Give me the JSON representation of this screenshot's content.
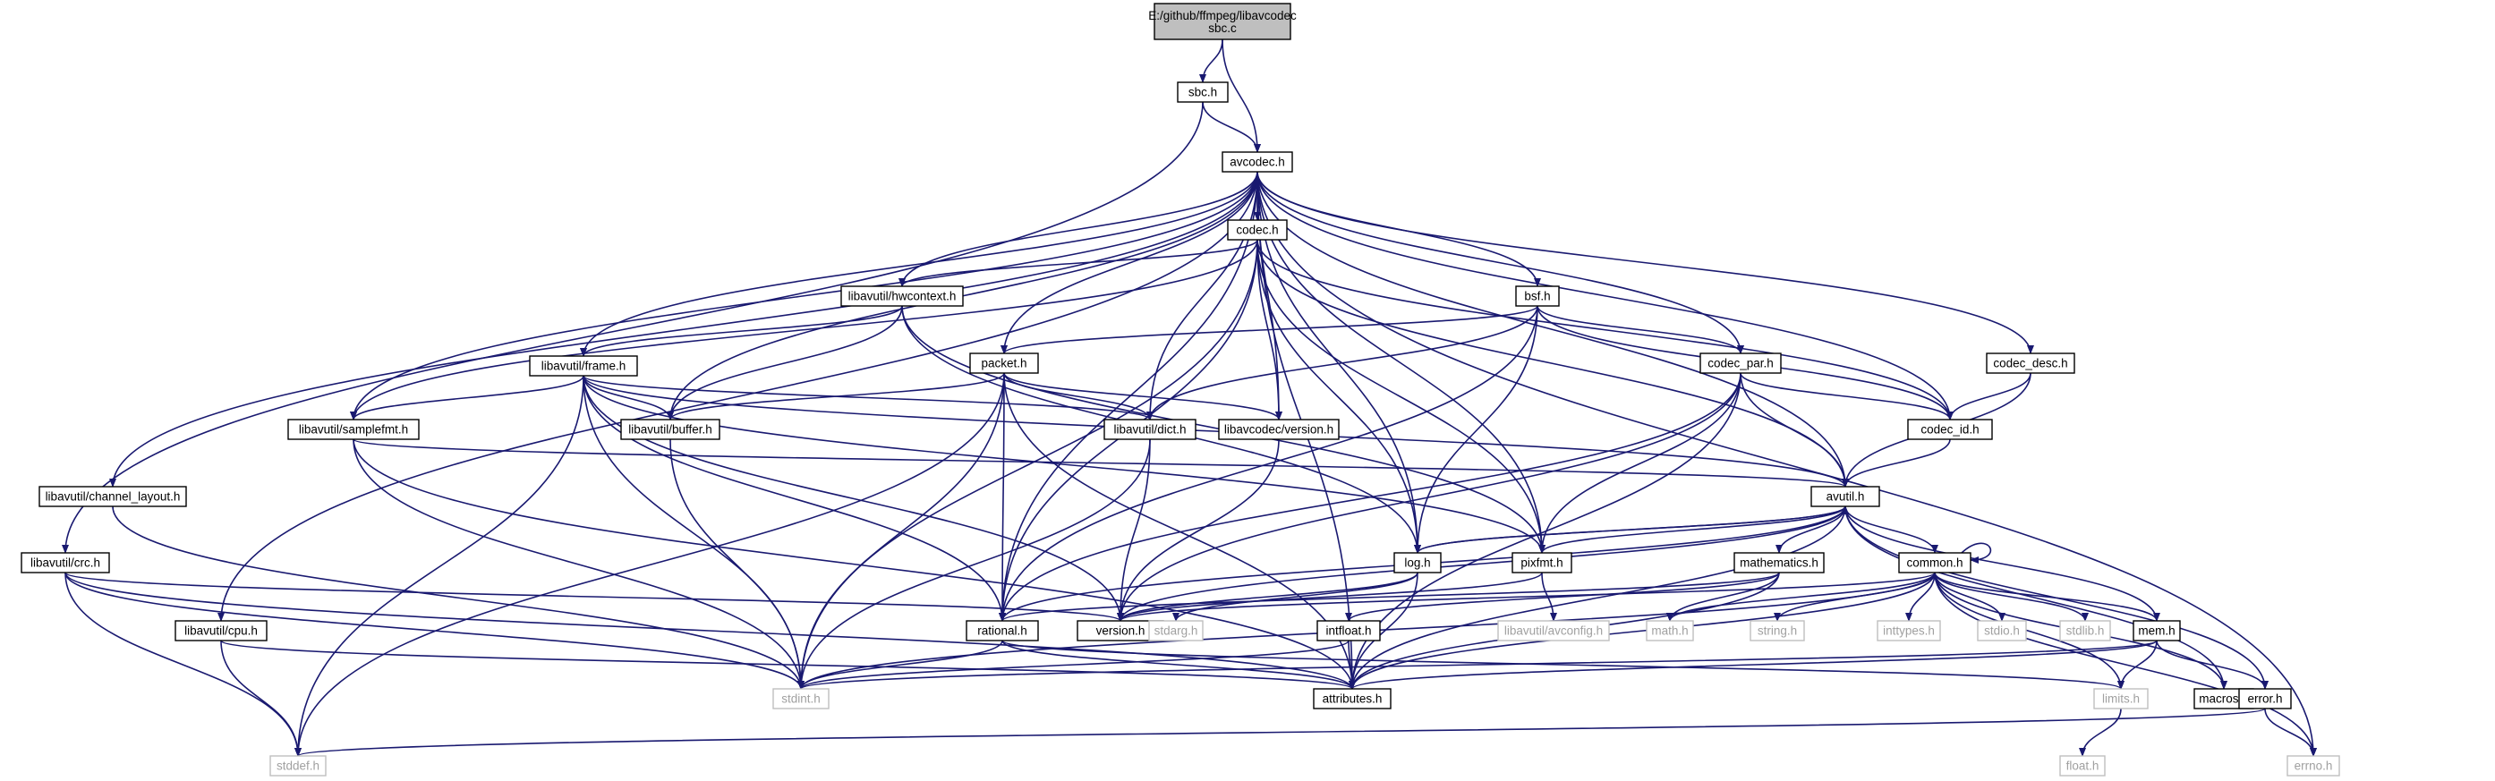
{
  "diagram": {
    "colors": {
      "edge": "#191970",
      "node_fill": "#ffffff",
      "node_border": "#000000",
      "root_fill": "#bfbfbf",
      "external_border": "#bfbfbf",
      "text": "#000000",
      "external_text": "#a0a0a0"
    },
    "nodes": [
      {
        "id": "sbc_c",
        "label": "E:/github/ffmpeg/libavcodec\nsbc.c",
        "style": "root"
      },
      {
        "id": "sbc_h",
        "label": "sbc.h",
        "style": "normal"
      },
      {
        "id": "avcodec",
        "label": "avcodec.h",
        "style": "normal"
      },
      {
        "id": "codec",
        "label": "codec.h",
        "style": "normal"
      },
      {
        "id": "hwcontext",
        "label": "libavutil/hwcontext.h",
        "style": "normal"
      },
      {
        "id": "bsf",
        "label": "bsf.h",
        "style": "normal"
      },
      {
        "id": "frame",
        "label": "libavutil/frame.h",
        "style": "normal"
      },
      {
        "id": "packet",
        "label": "packet.h",
        "style": "normal"
      },
      {
        "id": "codec_par",
        "label": "codec_par.h",
        "style": "normal"
      },
      {
        "id": "codec_desc",
        "label": "codec_desc.h",
        "style": "normal"
      },
      {
        "id": "samplefmt",
        "label": "libavutil/samplefmt.h",
        "style": "normal"
      },
      {
        "id": "buffer",
        "label": "libavutil/buffer.h",
        "style": "normal"
      },
      {
        "id": "dict",
        "label": "libavutil/dict.h",
        "style": "normal"
      },
      {
        "id": "avc_version",
        "label": "libavcodec/version.h",
        "style": "normal"
      },
      {
        "id": "codec_id",
        "label": "codec_id.h",
        "style": "normal"
      },
      {
        "id": "chlayout",
        "label": "libavutil/channel_layout.h",
        "style": "normal"
      },
      {
        "id": "avutil",
        "label": "avutil.h",
        "style": "normal"
      },
      {
        "id": "crc",
        "label": "libavutil/crc.h",
        "style": "normal"
      },
      {
        "id": "log",
        "label": "log.h",
        "style": "normal"
      },
      {
        "id": "pixfmt",
        "label": "pixfmt.h",
        "style": "normal"
      },
      {
        "id": "mathematics",
        "label": "mathematics.h",
        "style": "normal"
      },
      {
        "id": "common",
        "label": "common.h",
        "style": "normal"
      },
      {
        "id": "cpu",
        "label": "libavutil/cpu.h",
        "style": "normal"
      },
      {
        "id": "rational",
        "label": "rational.h",
        "style": "normal"
      },
      {
        "id": "version",
        "label": "version.h",
        "style": "normal"
      },
      {
        "id": "stdarg",
        "label": "stdarg.h",
        "style": "external"
      },
      {
        "id": "intfloat",
        "label": "intfloat.h",
        "style": "normal"
      },
      {
        "id": "avconfig",
        "label": "libavutil/avconfig.h",
        "style": "external"
      },
      {
        "id": "math",
        "label": "math.h",
        "style": "external"
      },
      {
        "id": "string",
        "label": "string.h",
        "style": "external"
      },
      {
        "id": "inttypes",
        "label": "inttypes.h",
        "style": "external"
      },
      {
        "id": "stdio",
        "label": "stdio.h",
        "style": "external"
      },
      {
        "id": "stdlib",
        "label": "stdlib.h",
        "style": "external"
      },
      {
        "id": "mem",
        "label": "mem.h",
        "style": "normal"
      },
      {
        "id": "stdint",
        "label": "stdint.h",
        "style": "external"
      },
      {
        "id": "attributes",
        "label": "attributes.h",
        "style": "normal"
      },
      {
        "id": "limits",
        "label": "limits.h",
        "style": "external"
      },
      {
        "id": "macros",
        "label": "macros.h",
        "style": "normal"
      },
      {
        "id": "error",
        "label": "error.h",
        "style": "normal"
      },
      {
        "id": "stddef",
        "label": "stddef.h",
        "style": "external"
      },
      {
        "id": "float",
        "label": "float.h",
        "style": "external"
      },
      {
        "id": "errno",
        "label": "errno.h",
        "style": "external"
      }
    ],
    "edges": [
      [
        "sbc_c",
        "sbc_h"
      ],
      [
        "sbc_c",
        "avcodec"
      ],
      [
        "sbc_h",
        "avcodec"
      ],
      [
        "sbc_h",
        "crc"
      ],
      [
        "avcodec",
        "codec"
      ],
      [
        "avcodec",
        "hwcontext"
      ],
      [
        "avcodec",
        "bsf"
      ],
      [
        "avcodec",
        "frame"
      ],
      [
        "avcodec",
        "packet"
      ],
      [
        "avcodec",
        "codec_par"
      ],
      [
        "avcodec",
        "codec_desc"
      ],
      [
        "avcodec",
        "samplefmt"
      ],
      [
        "avcodec",
        "buffer"
      ],
      [
        "avcodec",
        "dict"
      ],
      [
        "avcodec",
        "avc_version"
      ],
      [
        "avcodec",
        "codec_id"
      ],
      [
        "avcodec",
        "chlayout"
      ],
      [
        "avcodec",
        "avutil"
      ],
      [
        "avcodec",
        "log"
      ],
      [
        "avcodec",
        "pixfmt"
      ],
      [
        "avcodec",
        "cpu"
      ],
      [
        "avcodec",
        "rational"
      ],
      [
        "avcodec",
        "attributes"
      ],
      [
        "avcodec",
        "errno"
      ],
      [
        "codec",
        "hwcontext"
      ],
      [
        "codec",
        "samplefmt"
      ],
      [
        "codec",
        "avc_version"
      ],
      [
        "codec",
        "codec_id"
      ],
      [
        "codec",
        "avutil"
      ],
      [
        "codec",
        "log"
      ],
      [
        "codec",
        "pixfmt"
      ],
      [
        "codec",
        "rational"
      ],
      [
        "codec",
        "stdint"
      ],
      [
        "hwcontext",
        "frame"
      ],
      [
        "hwcontext",
        "buffer"
      ],
      [
        "hwcontext",
        "log"
      ],
      [
        "hwcontext",
        "pixfmt"
      ],
      [
        "bsf",
        "packet"
      ],
      [
        "bsf",
        "codec_par"
      ],
      [
        "bsf",
        "codec_id"
      ],
      [
        "bsf",
        "dict"
      ],
      [
        "bsf",
        "log"
      ],
      [
        "bsf",
        "rational"
      ],
      [
        "frame",
        "samplefmt"
      ],
      [
        "frame",
        "buffer"
      ],
      [
        "frame",
        "dict"
      ],
      [
        "frame",
        "avutil"
      ],
      [
        "frame",
        "pixfmt"
      ],
      [
        "frame",
        "rational"
      ],
      [
        "frame",
        "version"
      ],
      [
        "frame",
        "stdint"
      ],
      [
        "frame",
        "stddef"
      ],
      [
        "packet",
        "buffer"
      ],
      [
        "packet",
        "dict"
      ],
      [
        "packet",
        "avc_version"
      ],
      [
        "packet",
        "rational"
      ],
      [
        "packet",
        "stdint"
      ],
      [
        "packet",
        "attributes"
      ],
      [
        "packet",
        "stddef"
      ],
      [
        "codec_par",
        "codec_id"
      ],
      [
        "codec_par",
        "avutil"
      ],
      [
        "codec_par",
        "pixfmt"
      ],
      [
        "codec_par",
        "rational"
      ],
      [
        "codec_par",
        "attributes"
      ],
      [
        "codec_par",
        "version"
      ],
      [
        "codec_desc",
        "codec_id"
      ],
      [
        "codec_desc",
        "avutil"
      ],
      [
        "samplefmt",
        "avutil"
      ],
      [
        "samplefmt",
        "attributes"
      ],
      [
        "samplefmt",
        "stdint"
      ],
      [
        "buffer",
        "stdint"
      ],
      [
        "dict",
        "version"
      ],
      [
        "dict",
        "stdint"
      ],
      [
        "avc_version",
        "version"
      ],
      [
        "codec_id",
        "avutil"
      ],
      [
        "chlayout",
        "stdint"
      ],
      [
        "avutil",
        "log"
      ],
      [
        "avutil",
        "pixfmt"
      ],
      [
        "avutil",
        "mathematics"
      ],
      [
        "avutil",
        "common"
      ],
      [
        "avutil",
        "rational"
      ],
      [
        "avutil",
        "version"
      ],
      [
        "avutil",
        "attributes"
      ],
      [
        "avutil",
        "macros"
      ],
      [
        "avutil",
        "error"
      ],
      [
        "crc",
        "stdint"
      ],
      [
        "crc",
        "stddef"
      ],
      [
        "crc",
        "version"
      ],
      [
        "crc",
        "attributes"
      ],
      [
        "log",
        "avutil"
      ],
      [
        "log",
        "version"
      ],
      [
        "log",
        "stdarg"
      ],
      [
        "log",
        "attributes"
      ],
      [
        "pixfmt",
        "avconfig"
      ],
      [
        "pixfmt",
        "version"
      ],
      [
        "mathematics",
        "rational"
      ],
      [
        "mathematics",
        "intfloat"
      ],
      [
        "mathematics",
        "math"
      ],
      [
        "mathematics",
        "attributes"
      ],
      [
        "common",
        "common"
      ],
      [
        "common",
        "string"
      ],
      [
        "common",
        "inttypes"
      ],
      [
        "common",
        "stdio"
      ],
      [
        "common",
        "stdlib"
      ],
      [
        "common",
        "mem"
      ],
      [
        "common",
        "math"
      ],
      [
        "common",
        "limits"
      ],
      [
        "common",
        "macros"
      ],
      [
        "common",
        "errno"
      ],
      [
        "common",
        "attributes"
      ],
      [
        "common",
        "version"
      ],
      [
        "common",
        "stdint"
      ],
      [
        "cpu",
        "attributes"
      ],
      [
        "cpu",
        "stddef"
      ],
      [
        "rational",
        "stdint"
      ],
      [
        "rational",
        "limits"
      ],
      [
        "rational",
        "attributes"
      ],
      [
        "intfloat",
        "stdint"
      ],
      [
        "intfloat",
        "attributes"
      ],
      [
        "mem",
        "error"
      ],
      [
        "mem",
        "stdint"
      ],
      [
        "mem",
        "limits"
      ],
      [
        "mem",
        "attributes"
      ],
      [
        "mem",
        "avutil"
      ],
      [
        "limits",
        "float"
      ],
      [
        "error",
        "errno"
      ],
      [
        "error",
        "stddef"
      ]
    ]
  }
}
